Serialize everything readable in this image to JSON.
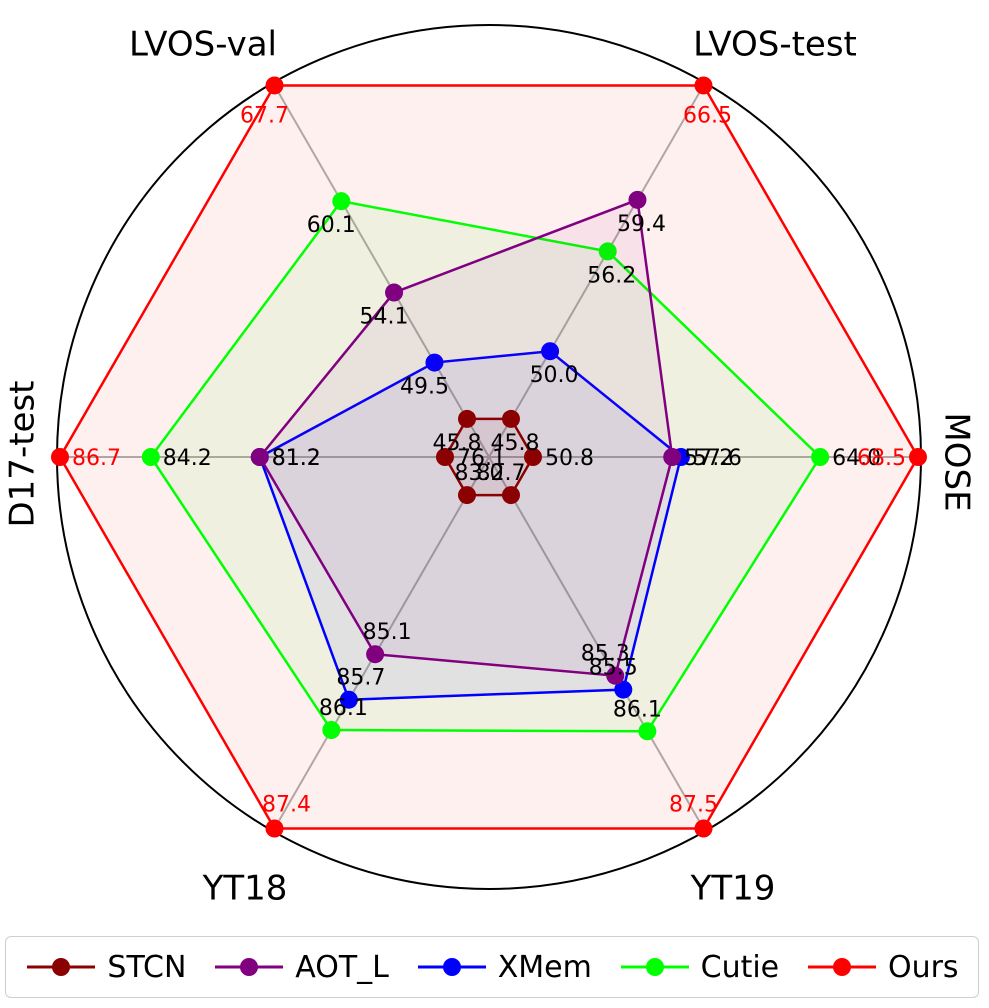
{
  "chart_data": {
    "type": "radar",
    "axes": [
      "MOSE",
      "LVOS-test",
      "LVOS-val",
      "D17-test",
      "YT18",
      "YT19"
    ],
    "series": [
      {
        "name": "STCN",
        "color": "#8b0000",
        "label_color": "#000000",
        "values": [
          50.8,
          45.8,
          45.8,
          76.1,
          83.0,
          82.7
        ]
      },
      {
        "name": "AOT_L",
        "color": "#800080",
        "label_color": "#000000",
        "values": [
          57.2,
          59.4,
          54.1,
          81.2,
          85.1,
          85.3
        ]
      },
      {
        "name": "XMem",
        "color": "#0000ff",
        "label_color": "#000000",
        "values": [
          57.6,
          50.0,
          49.5,
          81.2,
          85.7,
          85.5
        ]
      },
      {
        "name": "Cutie",
        "color": "#00ff00",
        "label_color": "#000000",
        "values": [
          64.0,
          56.2,
          60.1,
          84.2,
          86.1,
          86.1
        ]
      },
      {
        "name": "Ours",
        "color": "#ff0000",
        "label_color": "#ff0000",
        "values": [
          68.5,
          66.5,
          67.7,
          86.7,
          87.4,
          87.5
        ]
      }
    ],
    "value_labels": [
      [
        "50.8",
        "45.8",
        "45.8",
        "76.1",
        "83.0",
        "82.7"
      ],
      [
        "57.2",
        "59.4",
        "54.1",
        "81.2",
        "85.1",
        "85.3"
      ],
      [
        "57.6",
        "50.0",
        "49.5",
        "81.2",
        "85.7",
        "85.5"
      ],
      [
        "64.0",
        "56.2",
        "60.1",
        "84.2",
        "86.1",
        "86.1"
      ],
      [
        "68.5",
        "66.5",
        "67.7",
        "86.7",
        "87.4",
        "87.5"
      ]
    ],
    "grid": true,
    "legend_placement": "bottom"
  }
}
